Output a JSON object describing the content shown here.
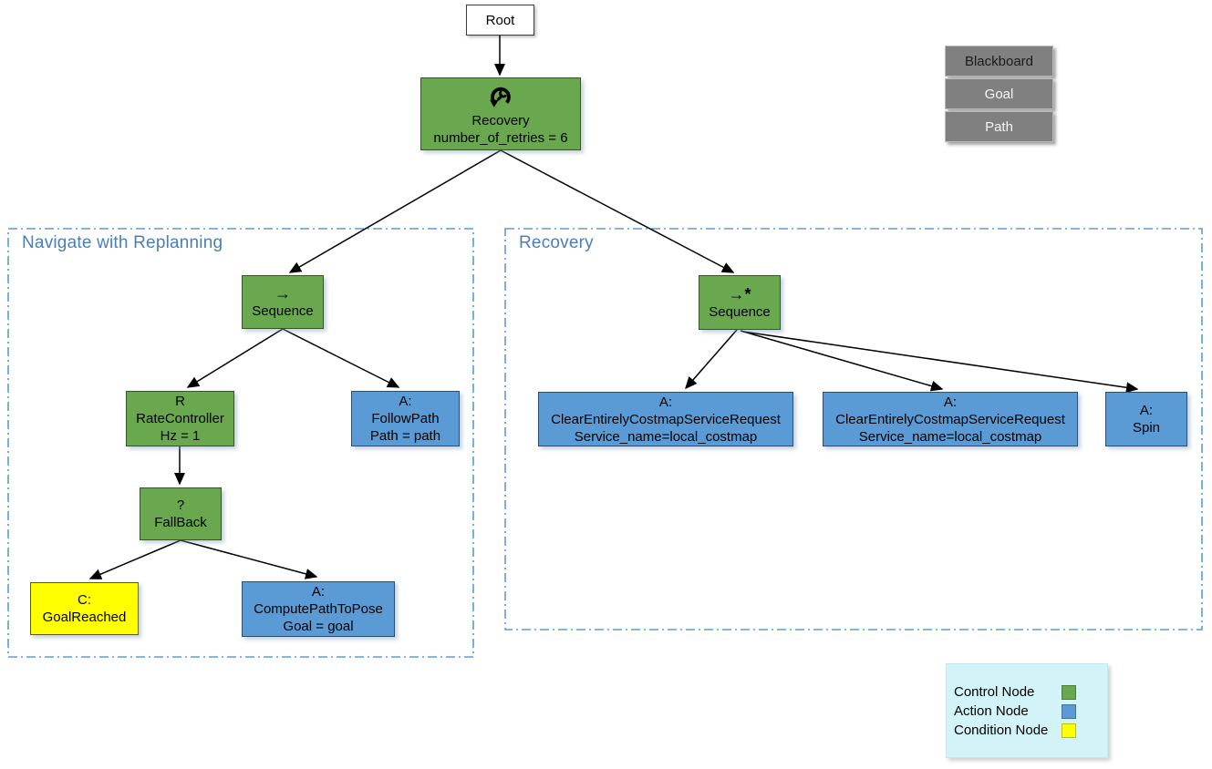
{
  "colors": {
    "control_node": "#6aa84f",
    "action_node": "#5b9bd5",
    "condition_node": "#ffff00",
    "group_border": "#5b9bd5",
    "group_title": "#4a7ebb",
    "blackboard_gray": "#808080",
    "legend_bg": "#d2f3f8"
  },
  "root_node": {
    "label": "Root"
  },
  "recovery_node": {
    "icon": "retry-wrench-icon",
    "name": "Recovery",
    "param": "number_of_retries = 6"
  },
  "blackboard_panel": {
    "items": [
      "Blackboard",
      "Goal",
      "Path"
    ]
  },
  "groups": {
    "navigate": {
      "title": "Navigate with Replanning"
    },
    "recovery": {
      "title": "Recovery"
    }
  },
  "nodes": {
    "sequence_left": {
      "type": "control",
      "lines": [
        "→",
        "Sequence"
      ]
    },
    "rate_controller": {
      "type": "control",
      "lines": [
        "R",
        "RateController",
        "Hz = 1"
      ]
    },
    "follow_path": {
      "type": "action",
      "lines": [
        "A:",
        "FollowPath",
        "Path = path"
      ]
    },
    "fallback": {
      "type": "control",
      "lines": [
        "?",
        "FallBack"
      ]
    },
    "goal_reached": {
      "type": "condition",
      "lines": [
        "C:",
        "GoalReached"
      ]
    },
    "compute_path": {
      "type": "action",
      "lines": [
        "A:",
        "ComputePathToPose",
        "Goal = goal"
      ]
    },
    "sequence_right": {
      "type": "control",
      "lines": [
        "→*",
        "Sequence"
      ]
    },
    "clear_costmap_1": {
      "type": "action",
      "lines": [
        "A:",
        "ClearEntirelyCostmapServiceRequest",
        "Service_name=local_costmap"
      ]
    },
    "clear_costmap_2": {
      "type": "action",
      "lines": [
        "A:",
        "ClearEntirelyCostmapServiceRequest",
        "Service_name=local_costmap"
      ]
    },
    "spin": {
      "type": "action",
      "lines": [
        "A:",
        "Spin"
      ]
    }
  },
  "legend": {
    "items": [
      {
        "label": "Control Node",
        "color": "#6aa84f"
      },
      {
        "label": "Action Node",
        "color": "#5b9bd5"
      },
      {
        "label": "Condition Node",
        "color": "#ffff00"
      }
    ]
  }
}
